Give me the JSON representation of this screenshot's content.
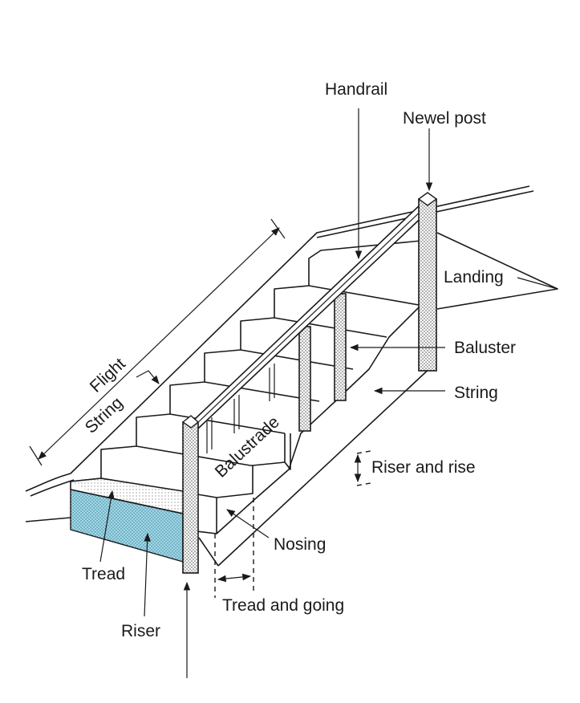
{
  "diagram": {
    "labels": {
      "handrail": "Handrail",
      "newel_post_top": "Newel post",
      "landing": "Landing",
      "baluster": "Baluster",
      "string_right": "String",
      "riser_and_rise": "Riser and rise",
      "nosing": "Nosing",
      "tread_and_going": "Tread and going",
      "tread": "Tread",
      "riser": "Riser",
      "flight": "Flight",
      "string_left": "String",
      "balustrade": "Balustrade"
    },
    "colors": {
      "line": "#1a1a1a",
      "riser_fill": "#9fd6e6",
      "dot": "#555555"
    }
  }
}
